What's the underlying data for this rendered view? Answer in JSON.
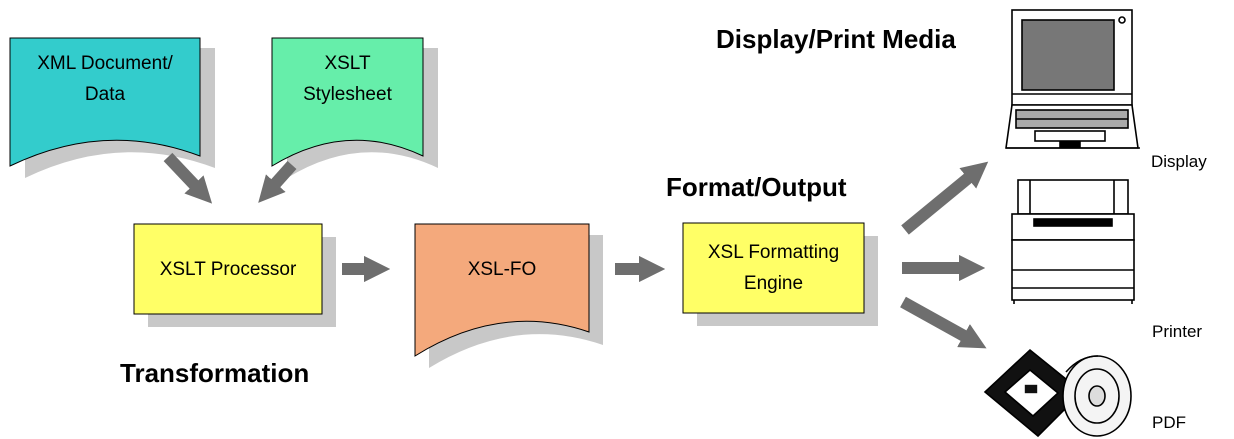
{
  "nodes": {
    "xml_document": "XML Document/\nData",
    "xslt_stylesheet": "XSLT\nStylesheet",
    "xslt_processor": "XSLT Processor",
    "xsl_fo": "XSL-FO",
    "formatting_engine": "XSL Formatting\nEngine"
  },
  "section_labels": {
    "transformation": "Transformation",
    "format_output": "Format/Output",
    "display_print_media": "Display/Print Media"
  },
  "device_labels": {
    "display": "Display",
    "printer": "Printer",
    "pdf": "PDF"
  },
  "colors": {
    "xml_document": "#33CCCC",
    "xslt_stylesheet": "#66EEAA",
    "process_box": "#FFFF66",
    "xsl_fo": "#F4A97C",
    "shadow": "#C8C8C8",
    "arrow": "#6E6E6E"
  },
  "icons": {
    "display": "laptop-icon",
    "printer": "printer-icon",
    "pdf": "disk-and-cd-icon"
  }
}
